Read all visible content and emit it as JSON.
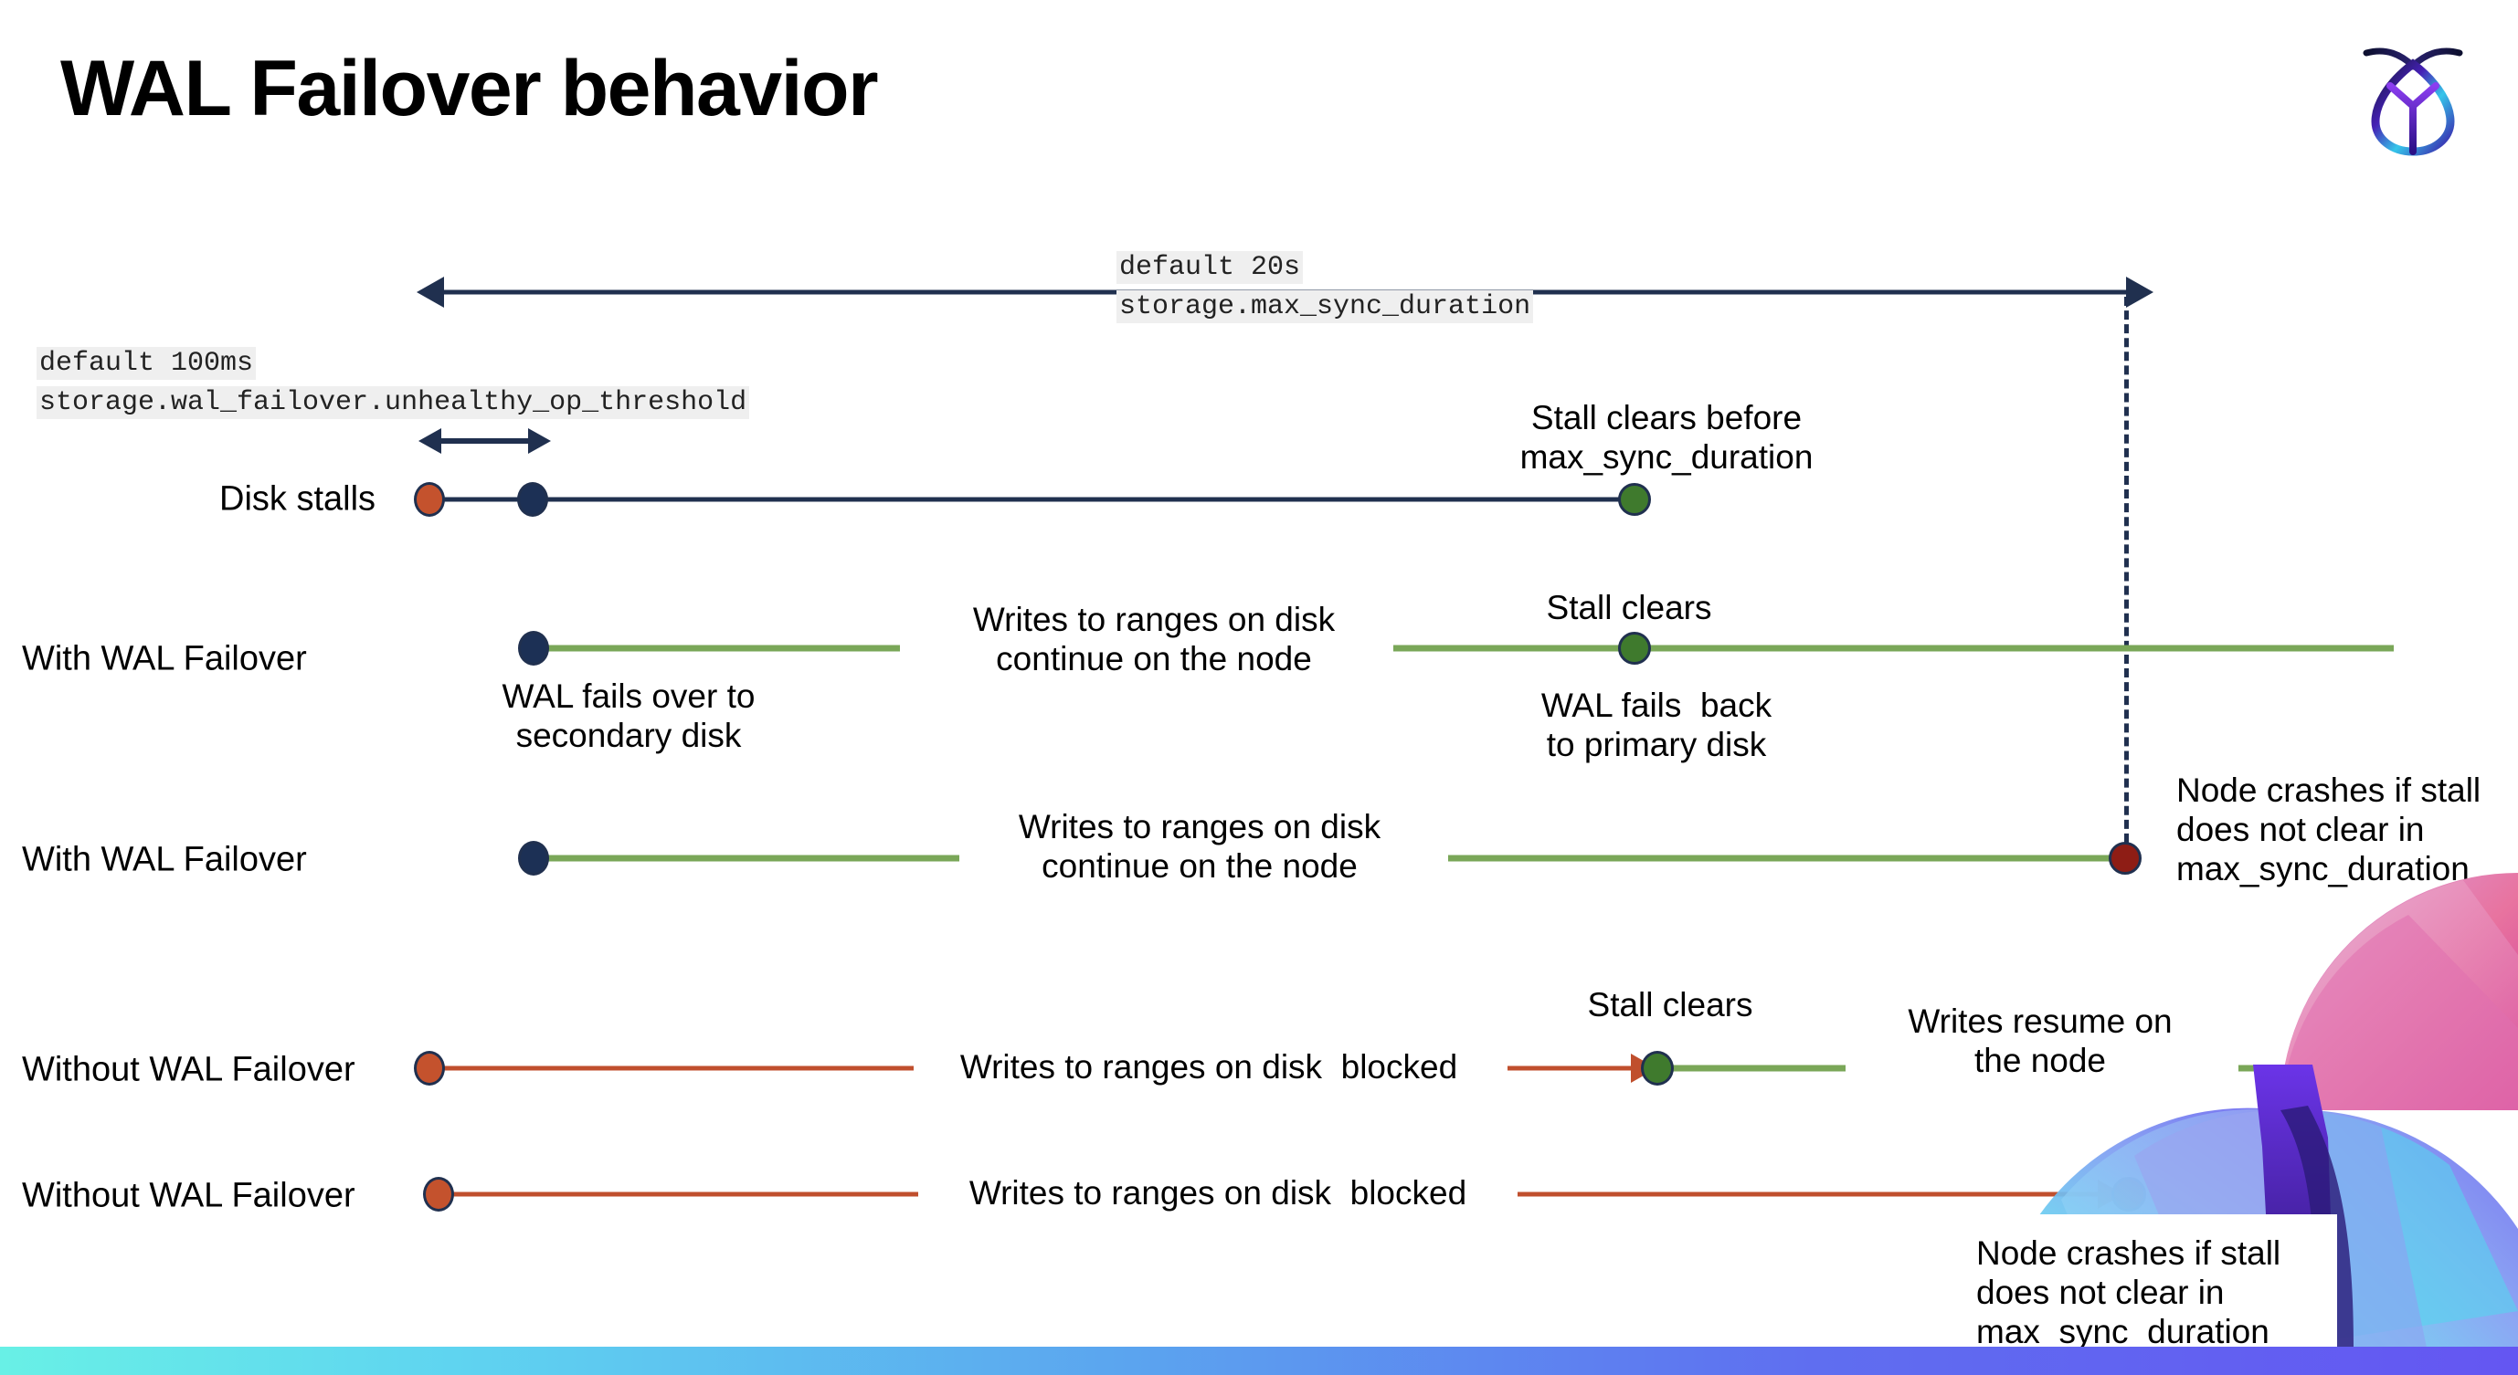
{
  "slide": {
    "title": "WAL Failover behavior",
    "logo_name": "cockroachdb-logo"
  },
  "settings": {
    "max_sync_duration": {
      "default": "default 20s",
      "name": "storage.max_sync_duration"
    },
    "unhealthy_op_threshold": {
      "default": "default 100ms",
      "name": "storage.wal_failover.unhealthy_op_threshold"
    }
  },
  "rows": [
    {
      "id": "disk-stalls",
      "label": "Disk stalls",
      "notes": [
        "Stall clears before\nmax_sync_duration"
      ]
    },
    {
      "id": "with-wal-failover-clears",
      "label": "With WAL Failover",
      "notes": [
        "Writes to ranges on disk\ncontinue on the node",
        "Stall clears",
        "WAL fails over to\nsecondary disk",
        "WAL fails  back\nto primary disk"
      ]
    },
    {
      "id": "with-wal-failover-crash",
      "label": "With WAL Failover",
      "notes": [
        "Writes to ranges on disk\ncontinue on the node",
        "Node crashes if stall\ndoes not clear in\nmax_sync_duration"
      ]
    },
    {
      "id": "without-wal-failover-clears",
      "label": "Without WAL Failover",
      "notes": [
        "Writes to ranges on disk  blocked",
        "Stall clears",
        "Writes resume on\nthe node"
      ]
    },
    {
      "id": "without-wal-failover-crash",
      "label": "Without WAL Failover",
      "notes": [
        "Writes to ranges on disk  blocked",
        "Node crashes if stall\ndoes not clear in\nmax_sync_duration"
      ]
    }
  ],
  "colors": {
    "navy": "#20304f",
    "green": "#7aa758",
    "green_dot": "#3f7a2d",
    "orange": "#c04f2d",
    "orange_dot": "#c4522d",
    "dark_red": "#8e1d15",
    "code_bg": "#efefef"
  },
  "legend": {
    "stall_start_dot": "stall-start-dot",
    "failover_dot": "failover-dot",
    "stall_clear_dot": "stall-clear-dot",
    "crash-dot": "crash-dot"
  }
}
